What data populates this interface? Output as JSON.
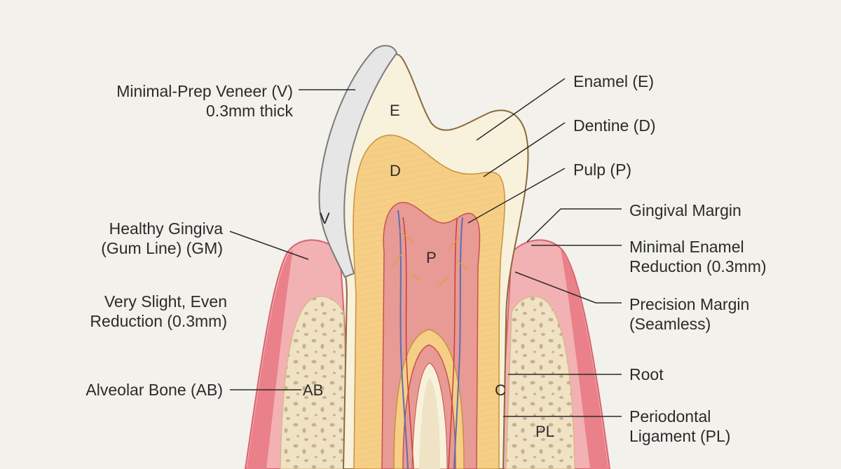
{
  "labels": {
    "veneer": [
      "Minimal-Prep Veneer (V)",
      "0.3mm thick"
    ],
    "gingiva": [
      "Healthy Gingiva",
      "(Gum Line) (GM)"
    ],
    "reduction": [
      "Very Slight, Even",
      "Reduction (0.3mm)"
    ],
    "bone": [
      "Alveolar Bone (AB)"
    ],
    "enamel": [
      "Enamel (E)"
    ],
    "dentine": [
      "Dentine (D)"
    ],
    "pulp": [
      "Pulp (P)"
    ],
    "gingival_margin": [
      "Gingival Margin"
    ],
    "minimal_enamel": [
      "Minimal Enamel",
      "Reduction (0.3mm)"
    ],
    "precision_margin": [
      "Precision Margin",
      "(Seamless)"
    ],
    "root": [
      "Root"
    ],
    "pdl": [
      "Periodontal",
      "Ligament (PL)"
    ]
  },
  "inner_labels": {
    "E": "E",
    "D": "D",
    "V": "V",
    "P": "P",
    "AB": "AB",
    "C": "C",
    "PL": "PL"
  },
  "colors": {
    "background": "#f3f1ec",
    "enamel": "#f8f1dc",
    "dentine": "#f6cf86",
    "pulp": "#e89a94",
    "gum": "#e9808a",
    "gum_light": "#f2b1b3",
    "bone": "#f0e2c4",
    "veneer": "#e6e6e6"
  }
}
